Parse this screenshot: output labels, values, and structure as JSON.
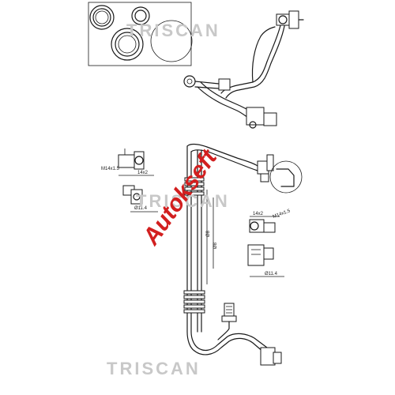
{
  "watermarks": {
    "top": "TRISCAN",
    "middle": "TRISCAN",
    "bottom": "TRISCAN"
  },
  "brand_logo": {
    "text": "Autokseft",
    "accent_color": "#d21f1f"
  },
  "dimension_labels": {
    "upper_left_a": "M14x1.5",
    "upper_left_b": "14x2",
    "right_a": "14x2",
    "right_b": "M14x1.5",
    "right_c": "Ø11.4",
    "left_c": "Ø11.4",
    "vertical_a": "Ø8",
    "vertical_b": "Ø8"
  },
  "colors": {
    "line": "#1a1a1a",
    "watermark": "#c8c8c8",
    "logo": "#d21f1f"
  }
}
